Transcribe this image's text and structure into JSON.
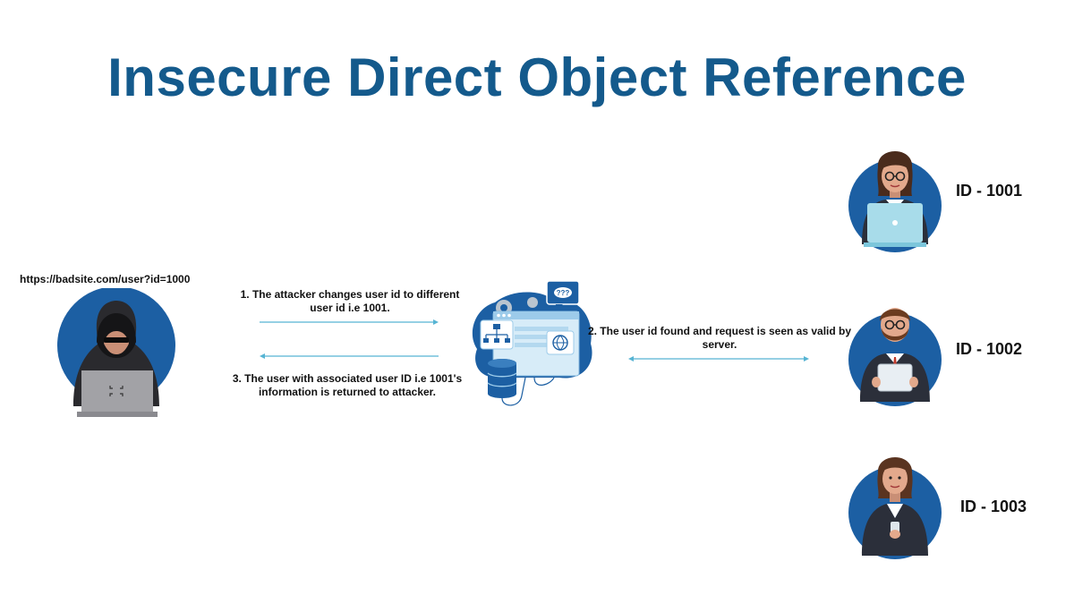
{
  "title": "Insecure Direct Object Reference",
  "attacker": {
    "url": "https://badsite.com/user?id=1000"
  },
  "steps": [
    "1. The attacker changes user id to different user id i.e 1001.",
    "2. The user id found and request is seen as valid by server.",
    "3. The user with associated user ID i.e 1001's information is returned to attacker."
  ],
  "server": {
    "bubble_text": "???"
  },
  "users": [
    {
      "id_label": "ID - 1001"
    },
    {
      "id_label": "ID - 1002"
    },
    {
      "id_label": "ID - 1003"
    }
  ],
  "colors": {
    "title": "#145a8c",
    "circle": "#1c5fa3",
    "arrow": "#56b4d3"
  }
}
